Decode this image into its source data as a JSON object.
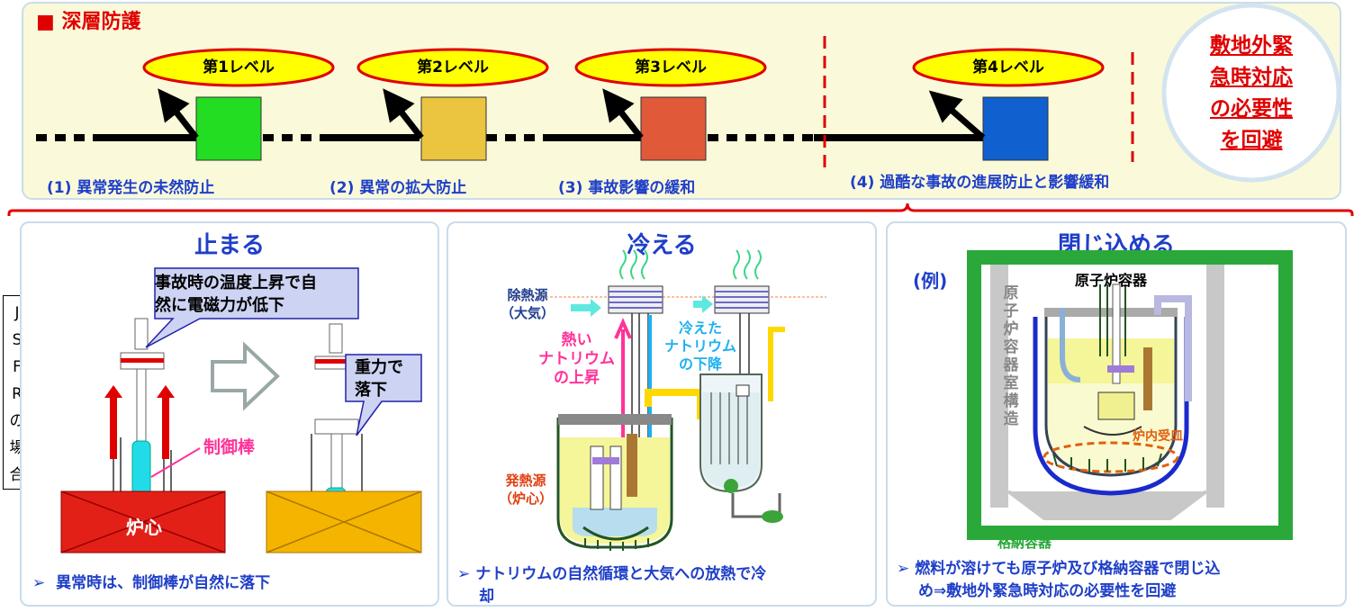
{
  "title": "■ 深層防護",
  "levels": [
    {
      "label": "第1レベル",
      "caption": "(1) 異常発生の未然防止",
      "color": "#22dd22"
    },
    {
      "label": "第2レベル",
      "caption": "(2) 異常の拡大防止",
      "color": "#ecc540"
    },
    {
      "label": "第3レベル",
      "caption": "(3) 事故影響の緩和",
      "color": "#e05a3a"
    },
    {
      "label": "第4レベル",
      "caption": "(4) 過酷な事故の進展防止と影響緩和",
      "color": "#1060d0"
    }
  ],
  "avoid_lines": [
    "敷地外緊",
    "急時対応",
    "の必要性",
    "を回避"
  ],
  "side_label": [
    "J",
    "S",
    "F",
    "R",
    "の",
    "場",
    "合"
  ],
  "panels": {
    "stop": {
      "title": "止まる",
      "callout1": [
        "事故時の温度上昇で自",
        "然に電磁力が低下"
      ],
      "callout2": [
        "重力で",
        "落下"
      ],
      "rod_label": "制御棒",
      "core_label": "炉心",
      "bullet": "異常時は、制御棒が自然に落下"
    },
    "cool": {
      "title": "冷える",
      "heat_sink": [
        "除熱源",
        "（大気）"
      ],
      "hot_label": [
        "熱い",
        "ナトリウム",
        "の上昇"
      ],
      "cold_label": [
        "冷えた",
        "ナトリウム",
        "の下降"
      ],
      "heat_source": [
        "発熱源",
        "（炉心）"
      ],
      "bullet_lines": [
        "ナトリウムの自然循環と大気への放熱で冷",
        "却"
      ]
    },
    "contain": {
      "title": "閉じ込める",
      "example": "(例)",
      "vessel_label": "原子炉容器",
      "room_label": [
        "原",
        "子",
        "炉",
        "容",
        "器",
        "室",
        "構",
        "造"
      ],
      "catcher_label": "炉内受皿",
      "containment_label": "格納容器",
      "bullet_lines": [
        "燃料が溶けても原子炉及び格納容器で閉じ込",
        "め⇒敷地外緊急時対応の必要性を回避"
      ]
    }
  },
  "bullet_mark": "➢"
}
